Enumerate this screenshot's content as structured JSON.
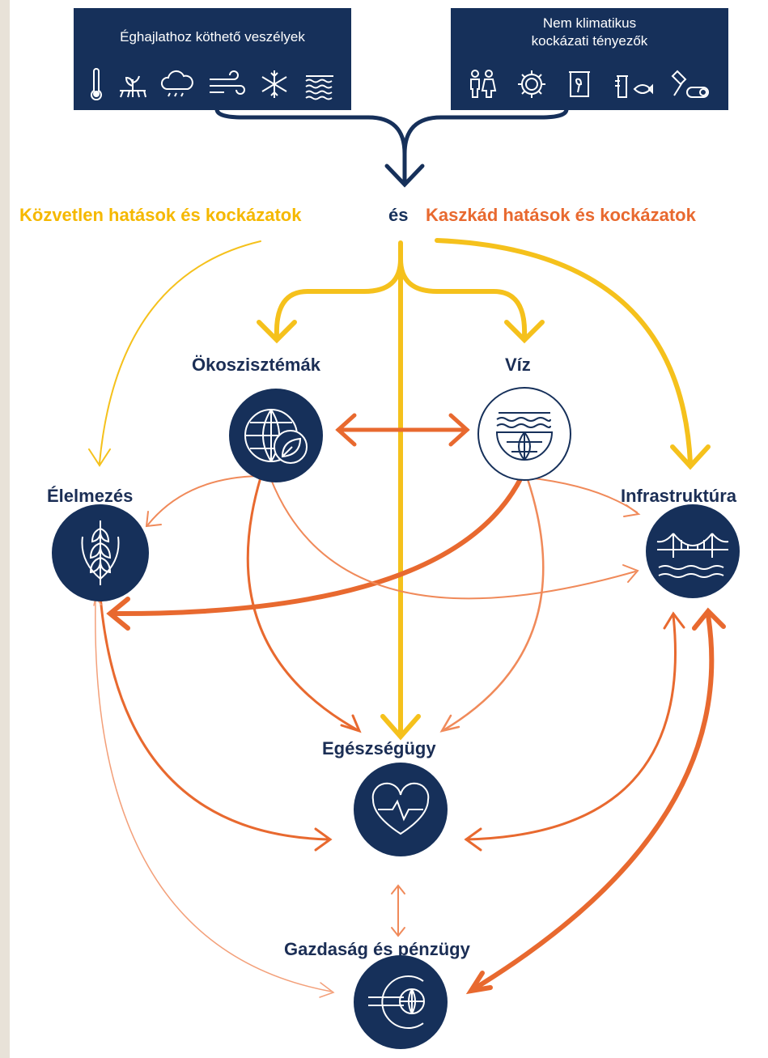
{
  "hazards": {
    "climate_title": "Éghajlathoz köthető veszélyek",
    "nonclimate_title_line1": "Nem klimatikus",
    "nonclimate_title_line2": "kockázati tényezők",
    "climate_icons": [
      "thermometer-icon",
      "drought-icon",
      "cloud-rain-icon",
      "wind-icon",
      "snowflake-icon",
      "flood-icon"
    ],
    "nonclimate_icons": [
      "people-icon",
      "gear-icon",
      "waste-bin-icon",
      "pollution-icon",
      "logging-icon"
    ]
  },
  "impacts": {
    "direct": "Közvetlen hatások és kockázatok",
    "connector": "és",
    "cascade": "Kaszkád hatások és kockázatok"
  },
  "sectors": {
    "ecosystems": "Ökoszisztémák",
    "water": "Víz",
    "food": "Élelmezés",
    "infrastructure": "Infrastruktúra",
    "health": "Egészségügy",
    "economy": "Gazdaság és pénzügy"
  },
  "colors": {
    "navy": "#16305a",
    "direct_yellow": "#f5c11c",
    "cascade_orange": "#e8692f",
    "light_orange": "#f3a07a"
  }
}
